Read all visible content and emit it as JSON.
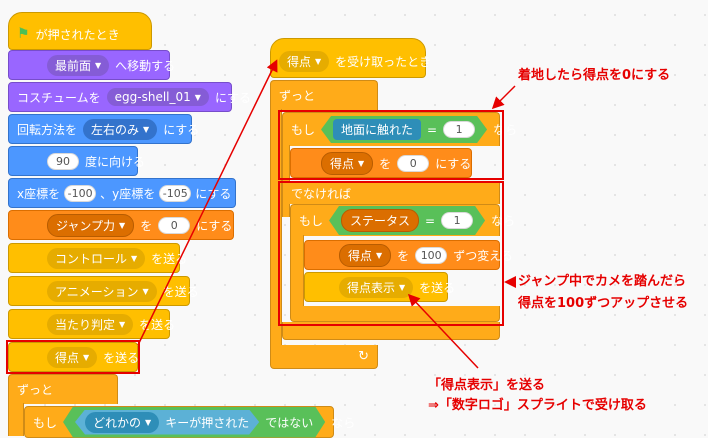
{
  "left_script": {
    "hat_label": "が押されたとき",
    "go_to_front": {
      "value": "最前面",
      "suffix": "へ移動する"
    },
    "costume": {
      "prefix": "コスチュームを",
      "value": "egg-shell_01",
      "suffix": "にする"
    },
    "rotation": {
      "prefix": "回転方法を",
      "value": "左右のみ",
      "suffix": "にする"
    },
    "direction": {
      "value": "90",
      "suffix": "度に向ける"
    },
    "go_xy": {
      "x_prefix": "x座標を",
      "x": "-100",
      "y_prefix": "、y座標を",
      "y": "-105",
      "suffix": "にする"
    },
    "set_var": {
      "var": "ジャンプ力",
      "mid": "を",
      "value": "0",
      "suffix": "にする"
    },
    "broadcasts": [
      {
        "msg": "コントロール",
        "suffix": "を送る"
      },
      {
        "msg": "アニメーション",
        "suffix": "を送る"
      },
      {
        "msg": "当たり判定",
        "suffix": "を送る"
      },
      {
        "msg": "得点",
        "suffix": "を送る"
      }
    ],
    "forever": "ずっと",
    "if_block": {
      "if": "もし",
      "key": "どれかの",
      "key_suffix": "キーが押された",
      "not": "ではない",
      "then": "なら"
    }
  },
  "right_script": {
    "hat": {
      "msg": "得点",
      "suffix": "を受け取ったとき"
    },
    "forever": "ずっと",
    "if1": {
      "if": "もし",
      "sensing": "地面に触れた",
      "eq": "=",
      "value": "1",
      "then": "なら"
    },
    "set_score": {
      "var": "得点",
      "mid": "を",
      "value": "0",
      "suffix": "にする"
    },
    "else": "でなければ",
    "if2": {
      "if": "もし",
      "var": "ステータス",
      "eq": "=",
      "value": "1",
      "then": "なら"
    },
    "change_score": {
      "var": "得点",
      "mid": "を",
      "value": "100",
      "suffix": "ずつ変える"
    },
    "broadcast": {
      "msg": "得点表示",
      "suffix": "を送る"
    },
    "loop_arrow": "↻"
  },
  "annotations": {
    "landing": "着地したら得点を0にする",
    "jump_line1": "ジャンプ中でカメを踏んだら",
    "jump_line2": "得点を100ずつアップさせる",
    "send_line1": "「得点表示」を送る",
    "send_line2": "⇒「数字ロゴ」スプライトで受け取る"
  },
  "colors": {
    "highlight": "#e60000",
    "events": "#ffbf00",
    "looks": "#9966ff",
    "motion": "#4c97ff",
    "variables": "#ff8c1a",
    "control": "#ffab19",
    "operators": "#59c059",
    "sensing": "#5cb1d6"
  }
}
